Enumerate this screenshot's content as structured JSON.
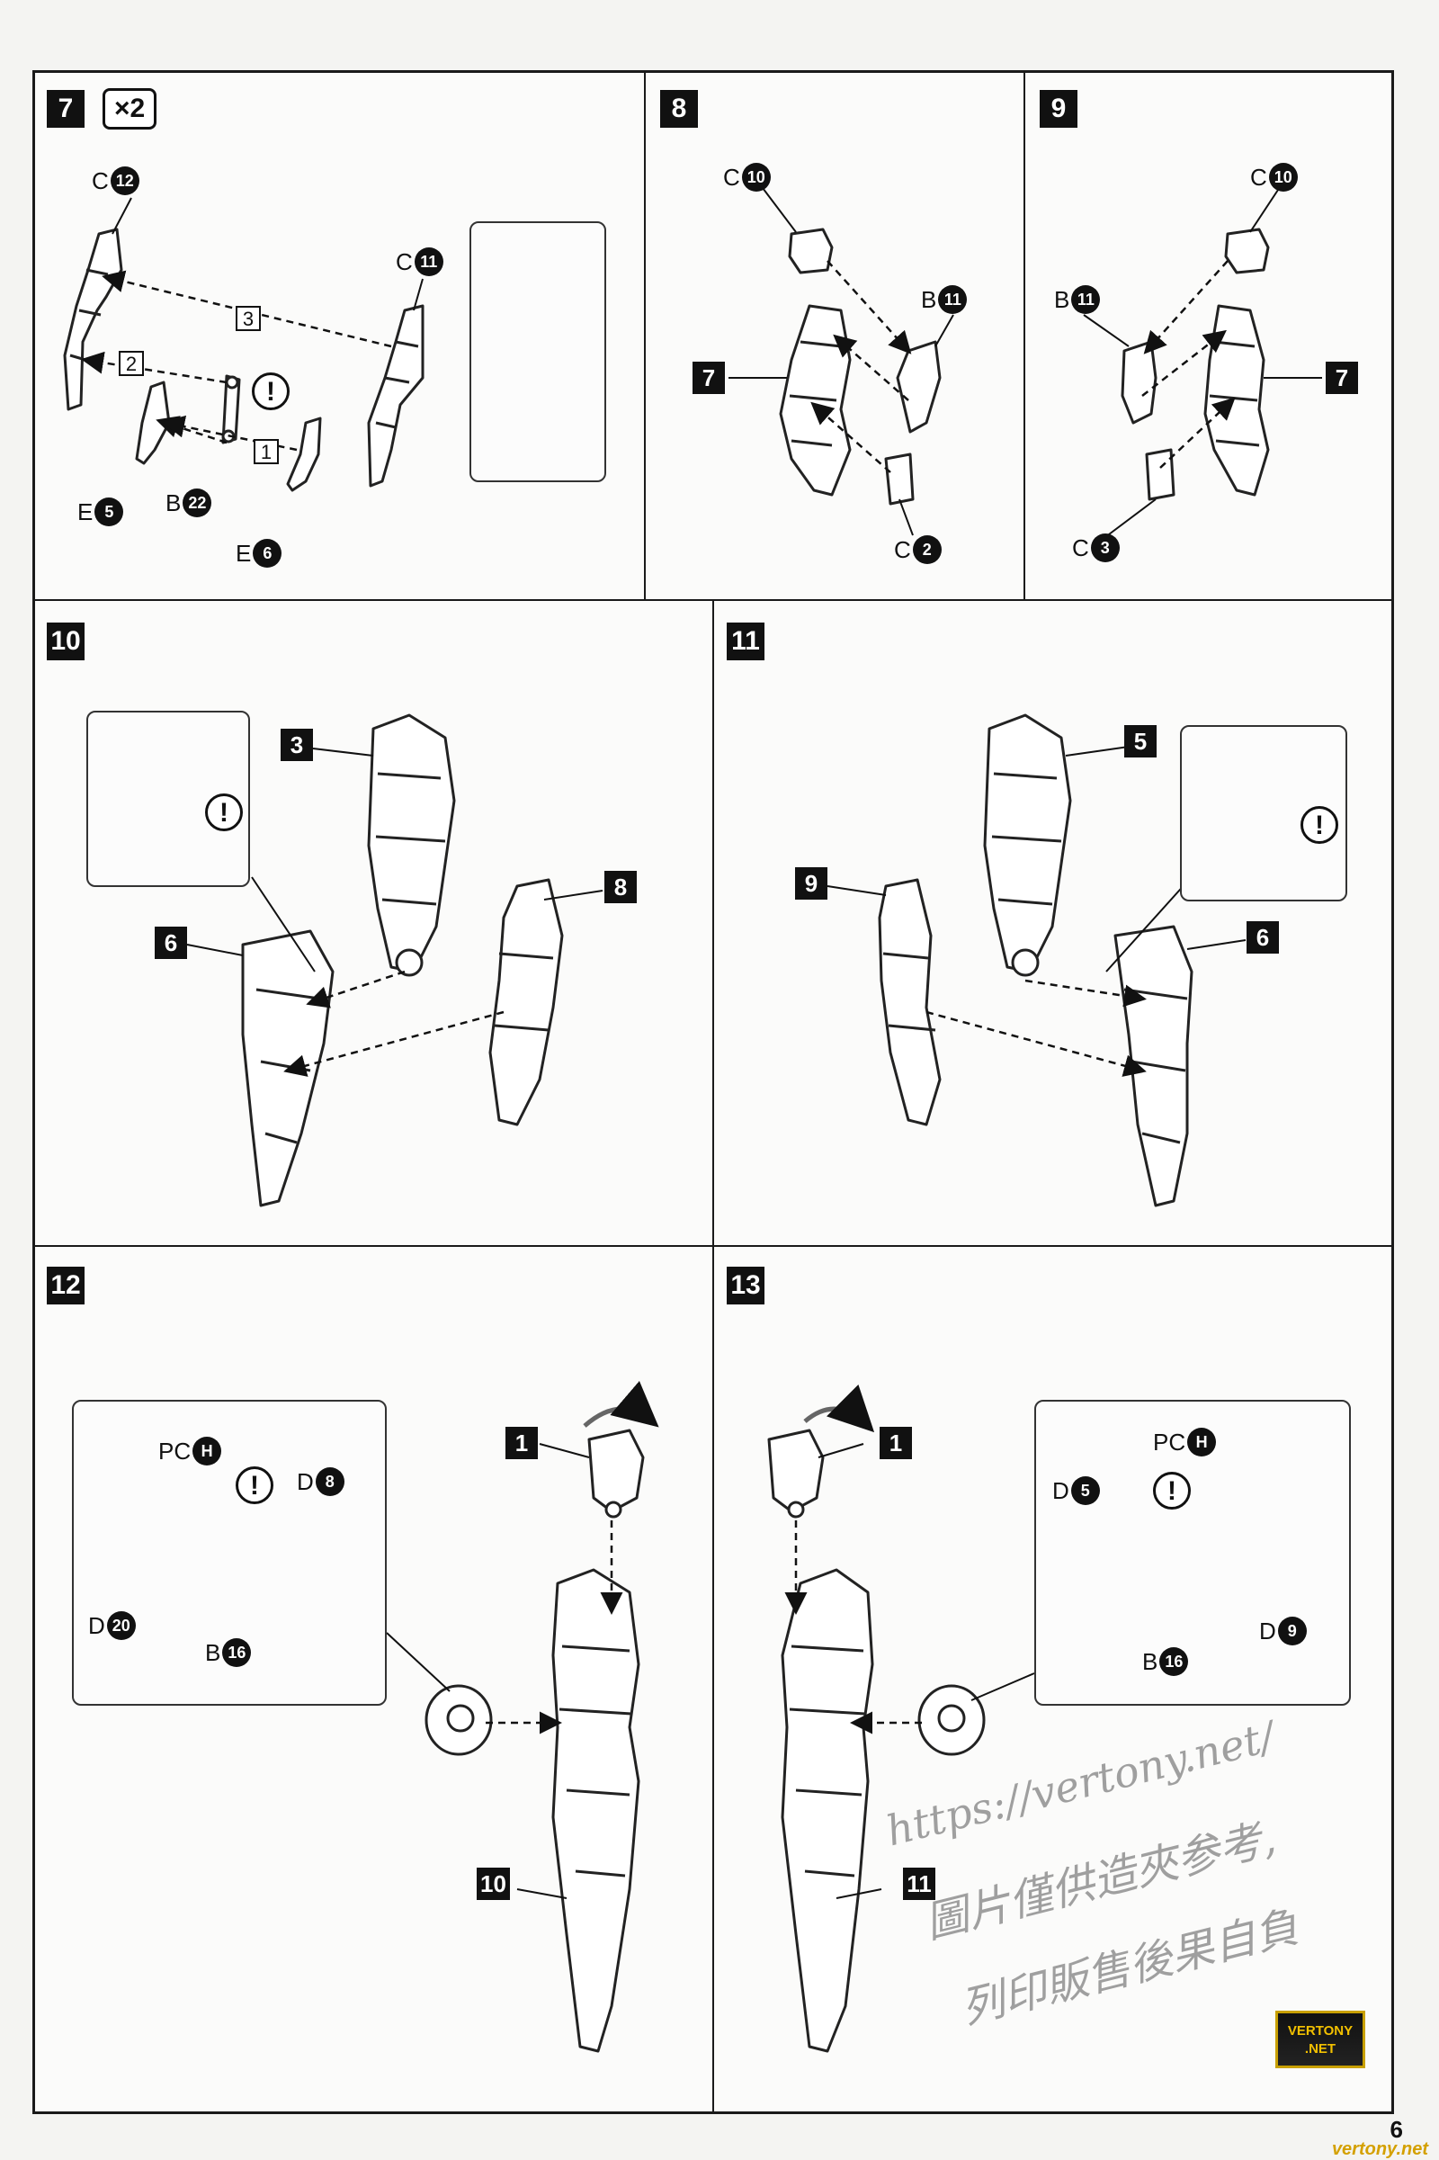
{
  "page_number": "6",
  "steps": [
    {
      "num": "7",
      "multiplier": "×2",
      "parts": [
        {
          "letter": "C",
          "num": "12"
        },
        {
          "letter": "C",
          "num": "11"
        },
        {
          "letter": "E",
          "num": "5"
        },
        {
          "letter": "B",
          "num": "22"
        },
        {
          "letter": "E",
          "num": "6"
        }
      ],
      "order_labels": [
        "3",
        "2",
        "1"
      ]
    },
    {
      "num": "8",
      "parts": [
        {
          "letter": "C",
          "num": "10"
        },
        {
          "letter": "B",
          "num": "11"
        },
        {
          "letter": "C",
          "num": "2"
        }
      ],
      "sub_labels": [
        "7"
      ]
    },
    {
      "num": "9",
      "parts": [
        {
          "letter": "C",
          "num": "10"
        },
        {
          "letter": "B",
          "num": "11"
        },
        {
          "letter": "C",
          "num": "3"
        }
      ],
      "sub_labels": [
        "7"
      ]
    },
    {
      "num": "10",
      "sub_labels": [
        "3",
        "8",
        "6"
      ]
    },
    {
      "num": "11",
      "sub_labels": [
        "5",
        "9",
        "6"
      ]
    },
    {
      "num": "12",
      "parts": [
        {
          "letter": "PC",
          "num": "H"
        },
        {
          "letter": "D",
          "num": "8"
        },
        {
          "letter": "D",
          "num": "20"
        },
        {
          "letter": "B",
          "num": "16"
        }
      ],
      "sub_labels": [
        "1",
        "10"
      ]
    },
    {
      "num": "13",
      "parts": [
        {
          "letter": "PC",
          "num": "H"
        },
        {
          "letter": "D",
          "num": "5"
        },
        {
          "letter": "D",
          "num": "9"
        },
        {
          "letter": "B",
          "num": "16"
        }
      ],
      "sub_labels": [
        "1",
        "11"
      ]
    }
  ],
  "caution_symbol": "!",
  "watermark": {
    "line1": "https://vertony.net/",
    "line2": "圖片僅供造夾参考,",
    "line3": "列印販售後果自負"
  },
  "logo": {
    "line1": "VERTONY",
    "line2": ".NET"
  },
  "footer_url": "vertony.net"
}
